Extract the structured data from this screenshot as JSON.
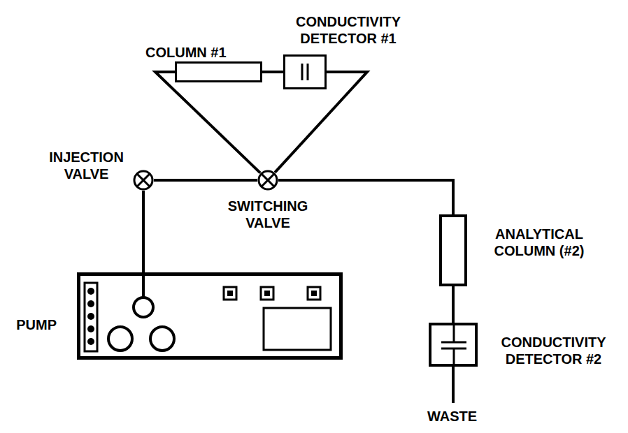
{
  "diagram": {
    "nodes": [
      {
        "text": [
          "COLUMN #1"
        ]
      },
      {
        "text": [
          "CONDUCTIVITY DETECTOR #1"
        ]
      },
      {
        "text": [
          "INJECTION VALVE"
        ]
      },
      {
        "text": [
          "SWITCHING VALVE"
        ]
      },
      {
        "text": [
          "PUMP"
        ]
      },
      {
        "text": [
          "ANALYTICAL COLUMN (#2)"
        ]
      },
      {
        "text": [
          "CONDUCTIVITY DETECTOR #2"
        ]
      }
    ],
    "edges": [
      {
        "from": 4,
        "to": 2,
        "arrow": "none"
      },
      {
        "from": 2,
        "to": 3,
        "arrow": "none"
      },
      {
        "from": 3,
        "to": 0,
        "arrow": "none"
      },
      {
        "from": 0,
        "to": 1,
        "arrow": "none"
      },
      {
        "from": 1,
        "to": 3,
        "arrow": "none"
      },
      {
        "from": 3,
        "to": 5,
        "arrow": "none"
      },
      {
        "from": 5,
        "to": 6,
        "arrow": "none"
      }
    ],
    "labels": [
      "WASTE"
    ]
  }
}
